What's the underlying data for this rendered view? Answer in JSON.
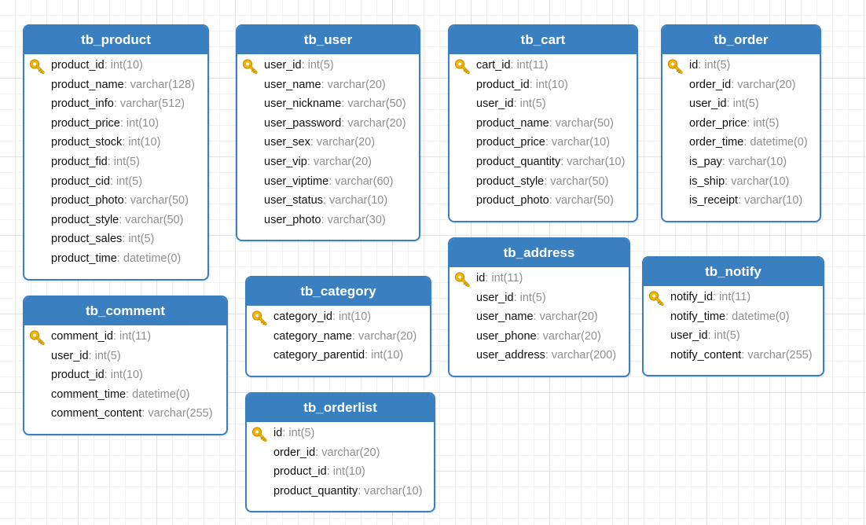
{
  "colors": {
    "header_bg": "#3a80c1",
    "header_text": "#ffffff",
    "field_name": "#111111",
    "field_type": "#8f8f8f",
    "key_icon": "#f0b400",
    "grid_line": "#e2e2e2"
  },
  "icons": {
    "primary_key": "key-icon"
  },
  "tables": {
    "tb_product": {
      "name": "tb_product",
      "fields": [
        {
          "name": "product_id",
          "type": ": int(10)",
          "pk": true
        },
        {
          "name": "product_name",
          "type": ": varchar(128)",
          "pk": false
        },
        {
          "name": "product_info",
          "type": ": varchar(512)",
          "pk": false
        },
        {
          "name": "product_price",
          "type": ": int(10)",
          "pk": false
        },
        {
          "name": "product_stock",
          "type": ": int(10)",
          "pk": false
        },
        {
          "name": "product_fid",
          "type": ": int(5)",
          "pk": false
        },
        {
          "name": "product_cid",
          "type": ": int(5)",
          "pk": false
        },
        {
          "name": "product_photo",
          "type": ": varchar(50)",
          "pk": false
        },
        {
          "name": "product_style",
          "type": ": varchar(50)",
          "pk": false
        },
        {
          "name": "product_sales",
          "type": ": int(5)",
          "pk": false
        },
        {
          "name": "product_time",
          "type": ": datetime(0)",
          "pk": false
        }
      ]
    },
    "tb_user": {
      "name": "tb_user",
      "fields": [
        {
          "name": "user_id",
          "type": ": int(5)",
          "pk": true
        },
        {
          "name": "user_name",
          "type": ": varchar(20)",
          "pk": false
        },
        {
          "name": "user_nickname",
          "type": ": varchar(50)",
          "pk": false
        },
        {
          "name": "user_password",
          "type": ": varchar(20)",
          "pk": false
        },
        {
          "name": "user_sex",
          "type": ": varchar(20)",
          "pk": false
        },
        {
          "name": "user_vip",
          "type": ": varchar(20)",
          "pk": false
        },
        {
          "name": "user_viptime",
          "type": ": varchar(60)",
          "pk": false
        },
        {
          "name": "user_status",
          "type": ": varchar(10)",
          "pk": false
        },
        {
          "name": "user_photo",
          "type": ": varchar(30)",
          "pk": false
        }
      ]
    },
    "tb_cart": {
      "name": "tb_cart",
      "fields": [
        {
          "name": "cart_id",
          "type": ": int(11)",
          "pk": true
        },
        {
          "name": "product_id",
          "type": ": int(10)",
          "pk": false
        },
        {
          "name": "user_id",
          "type": ": int(5)",
          "pk": false
        },
        {
          "name": "product_name",
          "type": ": varchar(50)",
          "pk": false
        },
        {
          "name": "product_price",
          "type": ": varchar(10)",
          "pk": false
        },
        {
          "name": "product_quantity",
          "type": ": varchar(10)",
          "pk": false
        },
        {
          "name": "product_style",
          "type": ": varchar(50)",
          "pk": false
        },
        {
          "name": "product_photo",
          "type": ": varchar(50)",
          "pk": false
        }
      ]
    },
    "tb_order": {
      "name": "tb_order",
      "fields": [
        {
          "name": "id",
          "type": ": int(5)",
          "pk": true
        },
        {
          "name": "order_id",
          "type": ": varchar(20)",
          "pk": false
        },
        {
          "name": "user_id",
          "type": ": int(5)",
          "pk": false
        },
        {
          "name": "order_price",
          "type": ": int(5)",
          "pk": false
        },
        {
          "name": "order_time",
          "type": ": datetime(0)",
          "pk": false
        },
        {
          "name": "is_pay",
          "type": ": varchar(10)",
          "pk": false
        },
        {
          "name": "is_ship",
          "type": ": varchar(10)",
          "pk": false
        },
        {
          "name": "is_receipt",
          "type": ": varchar(10)",
          "pk": false
        }
      ]
    },
    "tb_address": {
      "name": "tb_address",
      "fields": [
        {
          "name": "id",
          "type": ": int(11)",
          "pk": true
        },
        {
          "name": "user_id",
          "type": ": int(5)",
          "pk": false
        },
        {
          "name": "user_name",
          "type": ": varchar(20)",
          "pk": false
        },
        {
          "name": "user_phone",
          "type": ": varchar(20)",
          "pk": false
        },
        {
          "name": "user_address",
          "type": ": varchar(200)",
          "pk": false
        }
      ]
    },
    "tb_notify": {
      "name": "tb_notify",
      "fields": [
        {
          "name": "notify_id",
          "type": ": int(11)",
          "pk": true
        },
        {
          "name": "notify_time",
          "type": ": datetime(0)",
          "pk": false
        },
        {
          "name": "user_id",
          "type": ": int(5)",
          "pk": false
        },
        {
          "name": "notify_content",
          "type": ": varchar(255)",
          "pk": false
        }
      ]
    },
    "tb_category": {
      "name": "tb_category",
      "fields": [
        {
          "name": "category_id",
          "type": ": int(10)",
          "pk": true
        },
        {
          "name": "category_name",
          "type": ": varchar(20)",
          "pk": false
        },
        {
          "name": "category_parentid",
          "type": ": int(10)",
          "pk": false
        }
      ]
    },
    "tb_comment": {
      "name": "tb_comment",
      "fields": [
        {
          "name": "comment_id",
          "type": ": int(11)",
          "pk": true
        },
        {
          "name": "user_id",
          "type": ": int(5)",
          "pk": false
        },
        {
          "name": "product_id",
          "type": ": int(10)",
          "pk": false
        },
        {
          "name": "comment_time",
          "type": ": datetime(0)",
          "pk": false
        },
        {
          "name": "comment_content",
          "type": ": varchar(255)",
          "pk": false
        }
      ]
    },
    "tb_orderlist": {
      "name": "tb_orderlist",
      "fields": [
        {
          "name": "id",
          "type": ": int(5)",
          "pk": true
        },
        {
          "name": "order_id",
          "type": ": varchar(20)",
          "pk": false
        },
        {
          "name": "product_id",
          "type": ": int(10)",
          "pk": false
        },
        {
          "name": "product_quantity",
          "type": ": varchar(10)",
          "pk": false
        }
      ]
    }
  }
}
